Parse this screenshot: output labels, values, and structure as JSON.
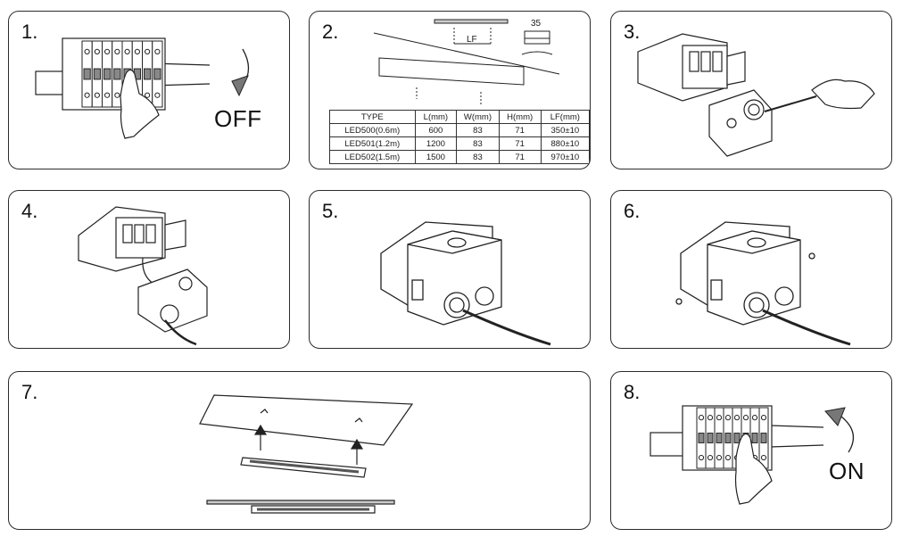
{
  "steps": [
    {
      "number": "1.",
      "label": "OFF"
    },
    {
      "number": "2."
    },
    {
      "number": "3."
    },
    {
      "number": "4."
    },
    {
      "number": "5."
    },
    {
      "number": "6."
    },
    {
      "number": "7."
    },
    {
      "number": "8.",
      "label": "ON"
    }
  ],
  "dimensions": {
    "lf": "LF",
    "clip_width": "35"
  },
  "spec_table": {
    "headers": [
      "TYPE",
      "L(mm)",
      "W(mm)",
      "H(mm)",
      "LF(mm)"
    ],
    "rows": [
      [
        "LED500(0.6m)",
        "600",
        "83",
        "71",
        "350±10"
      ],
      [
        "LED501(1.2m)",
        "1200",
        "83",
        "71",
        "880±10"
      ],
      [
        "LED502(1.5m)",
        "1500",
        "83",
        "71",
        "970±10"
      ]
    ]
  }
}
